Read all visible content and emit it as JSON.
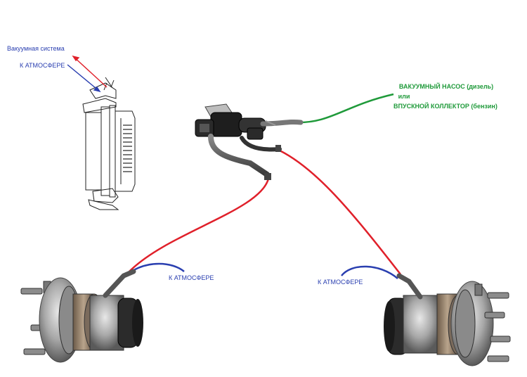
{
  "labels": {
    "vacuum_system": "Вакуумная система",
    "to_atmosphere_top": "К АТМОСФЕРЕ",
    "to_atmosphere_left": "К АТМОСФЕРЕ",
    "to_atmosphere_right": "К АТМОСФЕРЕ",
    "pump_line1": "ВАКУУМНЫЙ НАСОС (дизель)",
    "pump_line2": "или",
    "pump_line3": "ВПУСКНОЙ КОЛЛЕКТОР (бензин)"
  },
  "colors": {
    "atmosphere_line": "#2a3fb0",
    "vacuum_line": "#e0202a",
    "pump_line": "#1f9a3a",
    "label_blue": "#2a3fb0",
    "label_green": "#1f9a3a"
  },
  "components": {
    "actuator_drawing": "actuator-line-drawing",
    "solenoid_valve": "vacuum-solenoid-valve",
    "hub_left": "wheel-hub-left",
    "hub_right": "wheel-hub-right"
  }
}
